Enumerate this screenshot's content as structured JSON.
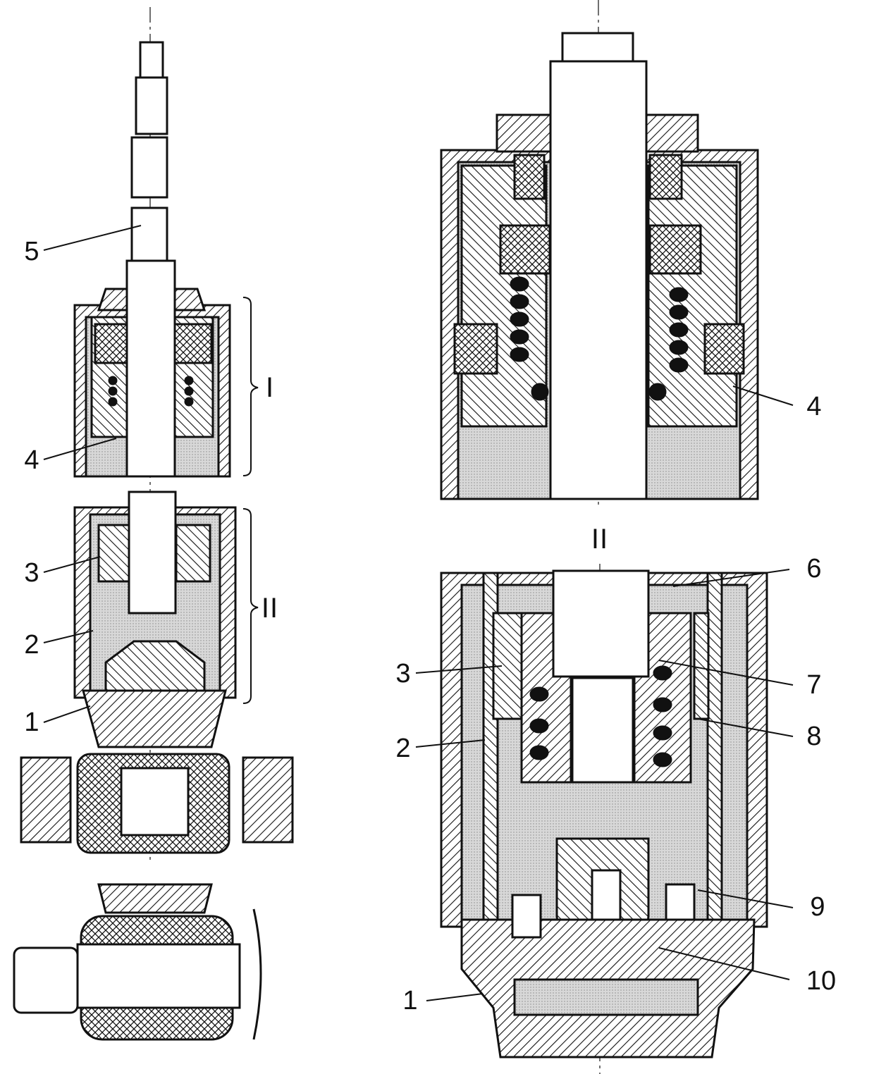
{
  "colors": {
    "ink": "#111111",
    "fluid": "#d6d6d6",
    "rubber": "#e9e9e9",
    "paper": "#ffffff"
  },
  "left_view": {
    "labels": {
      "l5": "5",
      "l4": "4",
      "l3": "3",
      "l2": "2",
      "l1": "1"
    },
    "sections": {
      "s1": "I",
      "s2": "II"
    }
  },
  "right_top_view": {
    "labels": {
      "l4": "4"
    }
  },
  "right_bottom_view": {
    "title": "II",
    "labels": {
      "l6": "6",
      "l3": "3",
      "l7": "7",
      "l2": "2",
      "l8": "8",
      "l9": "9",
      "l1": "1",
      "l10": "10"
    }
  }
}
